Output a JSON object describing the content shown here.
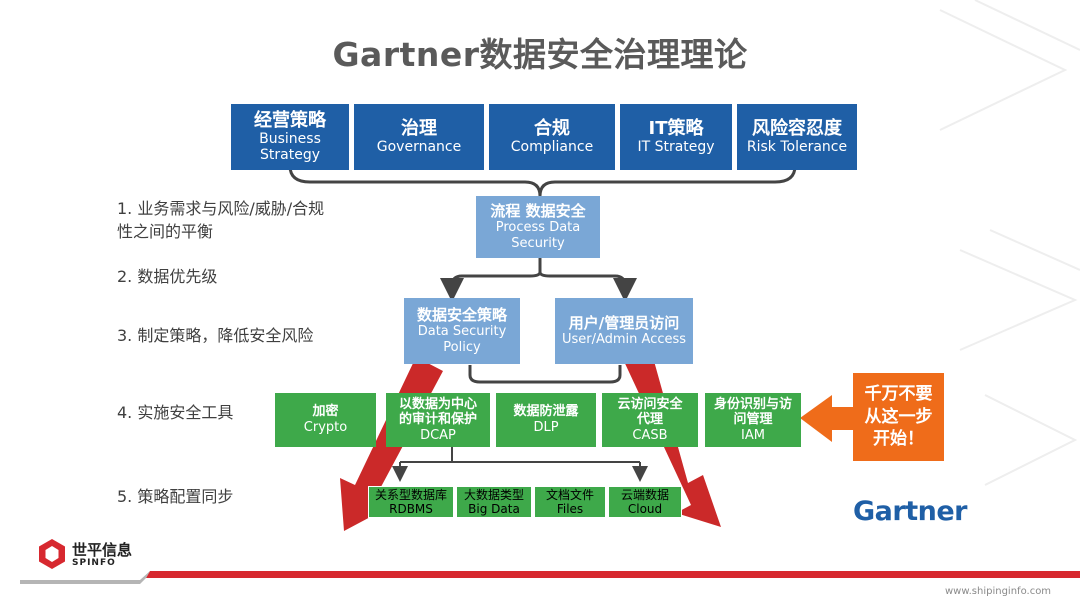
{
  "title": "Gartner数据安全治理理论",
  "drivers": [
    {
      "zh": "经营策略",
      "en": "Business Strategy"
    },
    {
      "zh": "治理",
      "en": "Governance"
    },
    {
      "zh": "合规",
      "en": "Compliance"
    },
    {
      "zh": "IT策略",
      "en": "IT Strategy"
    },
    {
      "zh": "风险容忍度",
      "en": "Risk Tolerance"
    }
  ],
  "process": {
    "zh": "流程 数据安全",
    "en": "Process Data Security"
  },
  "policy": {
    "zh": "数据安全策略",
    "en": "Data Security Policy"
  },
  "access": {
    "zh": "用户/管理员访问",
    "en": "User/Admin Access"
  },
  "tools": [
    {
      "zh": "加密",
      "en": "Crypto"
    },
    {
      "zh": "以数据为中心的审计和保护",
      "en": "DCAP"
    },
    {
      "zh": "数据防泄露",
      "en": "DLP"
    },
    {
      "zh": "云访问安全代理",
      "en": "CASB"
    },
    {
      "zh": "身份识别与访问管理",
      "en": "IAM"
    }
  ],
  "stores": [
    {
      "zh": "关系型数据库",
      "en": "RDBMS"
    },
    {
      "zh": "大数据类型",
      "en": "Big Data"
    },
    {
      "zh": "文档文件",
      "en": "Files"
    },
    {
      "zh": "云端数据",
      "en": "Cloud"
    }
  ],
  "steps": [
    "1. 业务需求与风险/威胁/合规性之间的平衡",
    "2. 数据优先级",
    "3. 制定策略，降低安全风险",
    "4. 实施安全工具",
    "5. 策略配置同步"
  ],
  "warning": "千万不要从这一步开始！",
  "gartner_logo": "Gartner",
  "company": {
    "name": "世平信息",
    "en": "SPINFO",
    "url": "www.shipinginfo.com"
  },
  "colors": {
    "driver": "#1f5fa6",
    "light_blue": "#7aa7d6",
    "green": "#3ea94a",
    "orange": "#ef6c1a",
    "red_arrow": "#c81e1e",
    "brand_red": "#d7282f"
  }
}
